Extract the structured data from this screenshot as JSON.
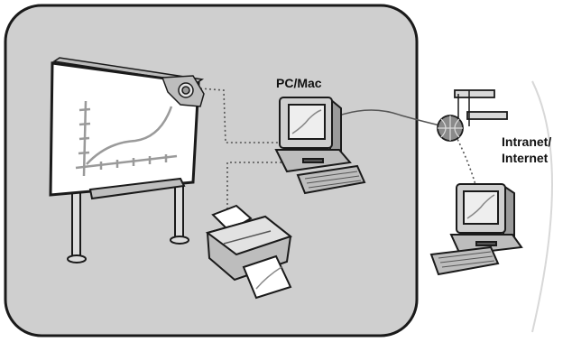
{
  "labels": {
    "pc_mac": "PC/Mac",
    "network_line1": "Intranet/",
    "network_line2": "Internet"
  },
  "colors": {
    "room_fill": "#cfcfcf",
    "outline": "#1a1a1a",
    "screen": "#eeeeee",
    "white": "#ffffff",
    "cable": "#555555"
  }
}
